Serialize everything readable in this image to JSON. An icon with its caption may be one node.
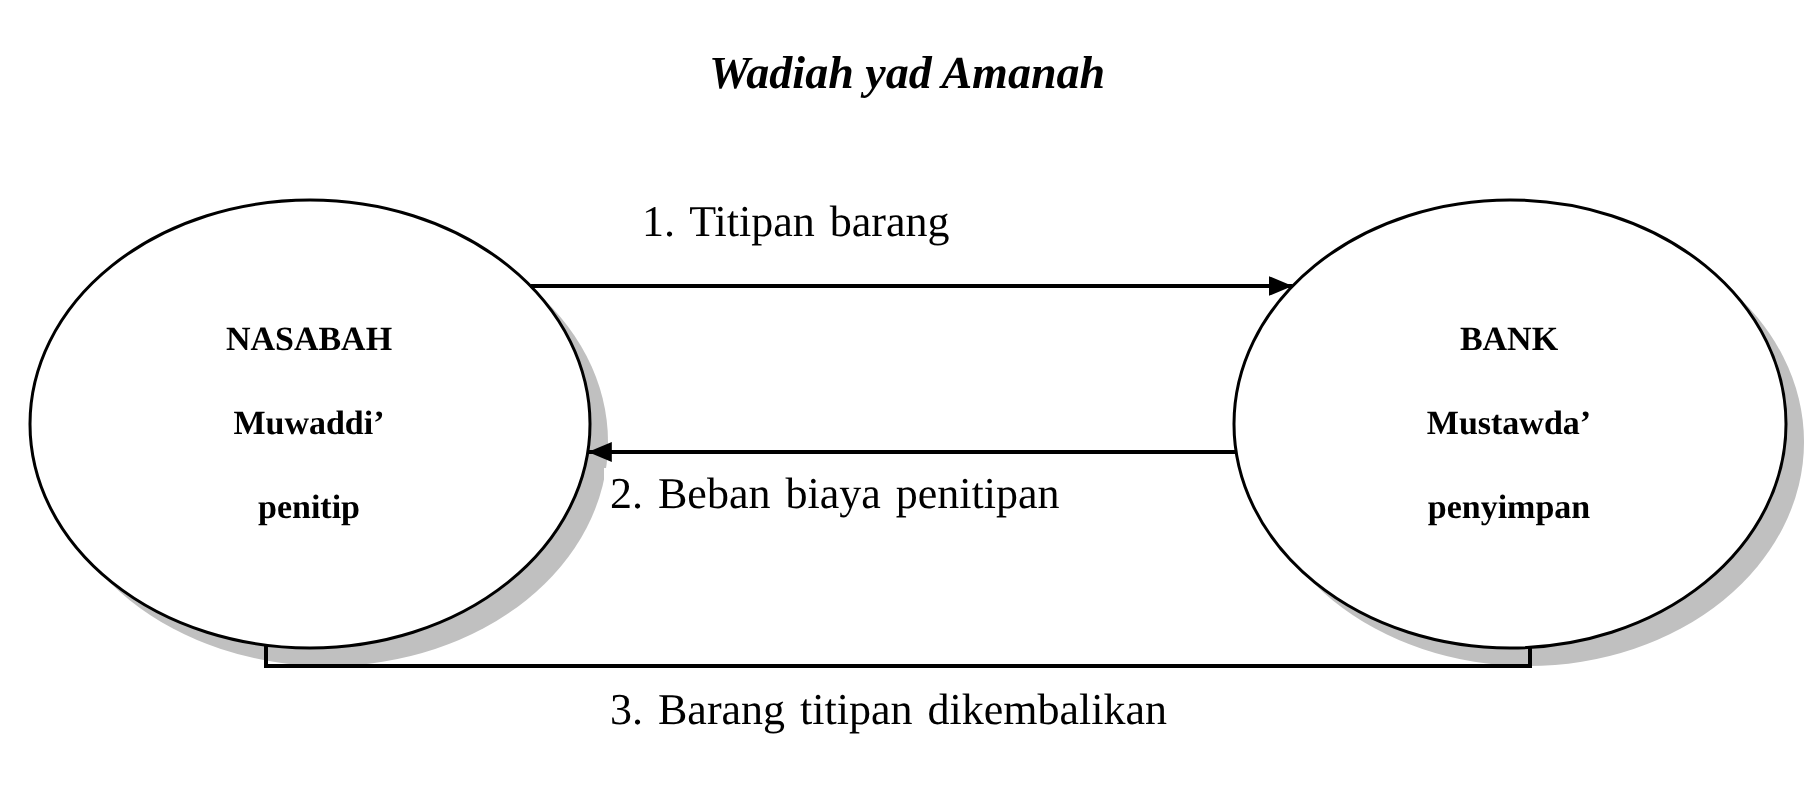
{
  "diagram": {
    "title": "Wadiah yad Amanah",
    "nodes": [
      {
        "text": [
          "NASABAH",
          "Muwaddi’",
          "penitip"
        ]
      },
      {
        "text": [
          "BANK",
          "Mustawda’",
          "penyimpan"
        ]
      }
    ],
    "edges": [
      {
        "from": 0,
        "to": 1,
        "arrow": "to",
        "label": "1. Titipan barang"
      },
      {
        "from": 1,
        "to": 0,
        "arrow": "to",
        "label": "2. Beban biaya penitipan"
      },
      {
        "from": 0,
        "to": 1,
        "arrow": "none",
        "label": "3. Barang titipan dikembalikan"
      }
    ]
  }
}
